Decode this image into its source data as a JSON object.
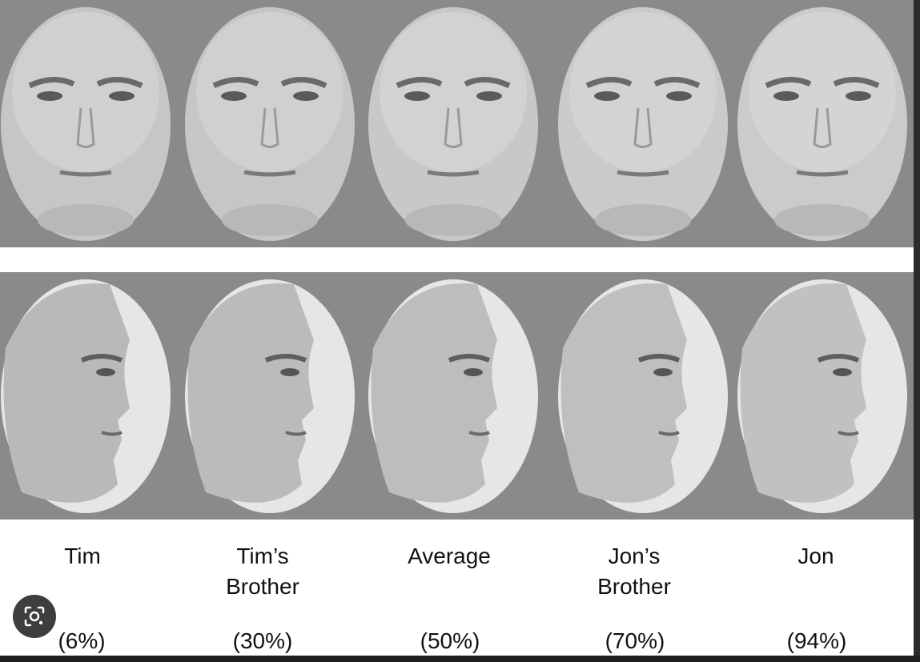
{
  "faces": [
    {
      "name": "Tim",
      "percent": "(6%)"
    },
    {
      "name": "Tim’s\nBrother",
      "percent": "(30%)"
    },
    {
      "name": "Average",
      "percent": "(50%)"
    },
    {
      "name": "Jon’s\nBrother",
      "percent": "(70%)"
    },
    {
      "name": "Jon",
      "percent": "(94%)"
    }
  ],
  "colors": {
    "panel": "#8a8a8a",
    "skin": "#c9c9c9",
    "profile_backdrop": "#e6e6e6"
  },
  "icons": {
    "lens": "visual-search-icon"
  }
}
